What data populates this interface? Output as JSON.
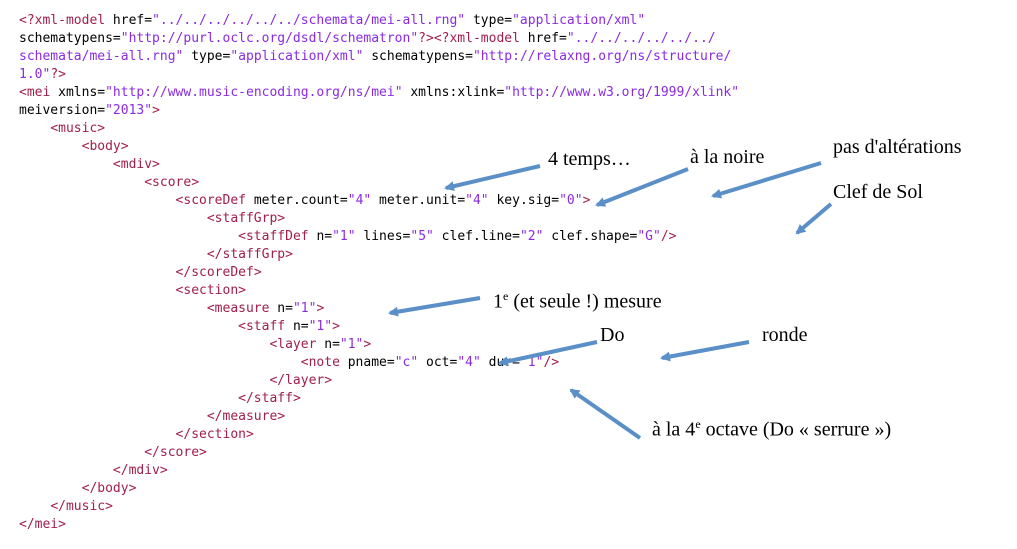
{
  "colors": {
    "tag": "#a0204a",
    "value": "#8a2be2",
    "text": "#000000",
    "arrow": "#5b8fc7"
  },
  "code_lines": [
    [
      {
        "c": "t",
        "s": "<?xml-model "
      },
      {
        "c": "k",
        "s": "href="
      },
      {
        "c": "v",
        "s": "\"../../../../../../schemata/mei-all.rng\""
      },
      {
        "c": "k",
        "s": " type="
      },
      {
        "c": "v",
        "s": "\"application/xml\""
      }
    ],
    [
      {
        "c": "k",
        "s": "schematypens="
      },
      {
        "c": "v",
        "s": "\"http://purl.oclc.org/dsdl/schematron\""
      },
      {
        "c": "t",
        "s": "?><?xml-model "
      },
      {
        "c": "k",
        "s": "href="
      },
      {
        "c": "v",
        "s": "\"../../../../../../"
      }
    ],
    [
      {
        "c": "v",
        "s": "schemata/mei-all.rng\""
      },
      {
        "c": "k",
        "s": " type="
      },
      {
        "c": "v",
        "s": "\"application/xml\""
      },
      {
        "c": "k",
        "s": " schematypens="
      },
      {
        "c": "v",
        "s": "\"http://relaxng.org/ns/structure/"
      }
    ],
    [
      {
        "c": "v",
        "s": "1.0\""
      },
      {
        "c": "t",
        "s": "?>"
      }
    ],
    [
      {
        "c": "t",
        "s": "<mei "
      },
      {
        "c": "k",
        "s": "xmlns="
      },
      {
        "c": "v",
        "s": "\"http://www.music-encoding.org/ns/mei\""
      },
      {
        "c": "k",
        "s": " xmlns:xlink="
      },
      {
        "c": "v",
        "s": "\"http://www.w3.org/1999/xlink\""
      }
    ],
    [
      {
        "c": "k",
        "s": "meiversion="
      },
      {
        "c": "v",
        "s": "\"2013\""
      },
      {
        "c": "t",
        "s": ">"
      }
    ],
    [
      {
        "c": "k",
        "s": "    "
      },
      {
        "c": "t",
        "s": "<music>"
      }
    ],
    [
      {
        "c": "k",
        "s": "        "
      },
      {
        "c": "t",
        "s": "<body>"
      }
    ],
    [
      {
        "c": "k",
        "s": "            "
      },
      {
        "c": "t",
        "s": "<mdiv>"
      }
    ],
    [
      {
        "c": "k",
        "s": "                "
      },
      {
        "c": "t",
        "s": "<score>"
      }
    ],
    [
      {
        "c": "k",
        "s": "                    "
      },
      {
        "c": "t",
        "s": "<scoreDef "
      },
      {
        "c": "k",
        "s": "meter.count="
      },
      {
        "c": "v",
        "s": "\"4\""
      },
      {
        "c": "k",
        "s": " meter.unit="
      },
      {
        "c": "v",
        "s": "\"4\""
      },
      {
        "c": "k",
        "s": " key.sig="
      },
      {
        "c": "v",
        "s": "\"0\""
      },
      {
        "c": "t",
        "s": ">"
      }
    ],
    [
      {
        "c": "k",
        "s": "                        "
      },
      {
        "c": "t",
        "s": "<staffGrp>"
      }
    ],
    [
      {
        "c": "k",
        "s": "                            "
      },
      {
        "c": "t",
        "s": "<staffDef "
      },
      {
        "c": "k",
        "s": "n="
      },
      {
        "c": "v",
        "s": "\"1\""
      },
      {
        "c": "k",
        "s": " lines="
      },
      {
        "c": "v",
        "s": "\"5\""
      },
      {
        "c": "k",
        "s": " clef.line="
      },
      {
        "c": "v",
        "s": "\"2\""
      },
      {
        "c": "k",
        "s": " clef.shape="
      },
      {
        "c": "v",
        "s": "\"G\""
      },
      {
        "c": "t",
        "s": "/>"
      }
    ],
    [
      {
        "c": "k",
        "s": "                        "
      },
      {
        "c": "t",
        "s": "</staffGrp>"
      }
    ],
    [
      {
        "c": "k",
        "s": "                    "
      },
      {
        "c": "t",
        "s": "</scoreDef>"
      }
    ],
    [
      {
        "c": "k",
        "s": "                    "
      },
      {
        "c": "t",
        "s": "<section>"
      }
    ],
    [
      {
        "c": "k",
        "s": "                        "
      },
      {
        "c": "t",
        "s": "<measure "
      },
      {
        "c": "k",
        "s": "n="
      },
      {
        "c": "v",
        "s": "\"1\""
      },
      {
        "c": "t",
        "s": ">"
      }
    ],
    [
      {
        "c": "k",
        "s": "                            "
      },
      {
        "c": "t",
        "s": "<staff "
      },
      {
        "c": "k",
        "s": "n="
      },
      {
        "c": "v",
        "s": "\"1\""
      },
      {
        "c": "t",
        "s": ">"
      }
    ],
    [
      {
        "c": "k",
        "s": "                                "
      },
      {
        "c": "t",
        "s": "<layer "
      },
      {
        "c": "k",
        "s": "n="
      },
      {
        "c": "v",
        "s": "\"1\""
      },
      {
        "c": "t",
        "s": ">"
      }
    ],
    [
      {
        "c": "k",
        "s": "                                    "
      },
      {
        "c": "t",
        "s": "<note "
      },
      {
        "c": "k",
        "s": "pname="
      },
      {
        "c": "v",
        "s": "\"c\""
      },
      {
        "c": "k",
        "s": " oct="
      },
      {
        "c": "v",
        "s": "\"4\""
      },
      {
        "c": "k",
        "s": " dur="
      },
      {
        "c": "v",
        "s": "\"1\""
      },
      {
        "c": "t",
        "s": "/>"
      }
    ],
    [
      {
        "c": "k",
        "s": "                                "
      },
      {
        "c": "t",
        "s": "</layer>"
      }
    ],
    [
      {
        "c": "k",
        "s": "                            "
      },
      {
        "c": "t",
        "s": "</staff>"
      }
    ],
    [
      {
        "c": "k",
        "s": "                        "
      },
      {
        "c": "t",
        "s": "</measure>"
      }
    ],
    [
      {
        "c": "k",
        "s": "                    "
      },
      {
        "c": "t",
        "s": "</section>"
      }
    ],
    [
      {
        "c": "k",
        "s": "                "
      },
      {
        "c": "t",
        "s": "</score>"
      }
    ],
    [
      {
        "c": "k",
        "s": "            "
      },
      {
        "c": "t",
        "s": "</mdiv>"
      }
    ],
    [
      {
        "c": "k",
        "s": "        "
      },
      {
        "c": "t",
        "s": "</body>"
      }
    ],
    [
      {
        "c": "k",
        "s": "    "
      },
      {
        "c": "t",
        "s": "</music>"
      }
    ],
    [
      {
        "c": "t",
        "s": "</mei>"
      }
    ]
  ],
  "annotations": {
    "four_beats": "4 temps…",
    "quarter_note": "à la noire",
    "no_accidentals": "pas d'altérations",
    "treble_clef": "Clef de Sol",
    "first_measure_num": "1",
    "first_measure_sup": "e",
    "first_measure_rest": " (et seule !) mesure",
    "do": "Do",
    "whole_note": "ronde",
    "octave_pre": "à la 4",
    "octave_sup": "e",
    "octave_post": " octave (Do « serrure »)"
  }
}
